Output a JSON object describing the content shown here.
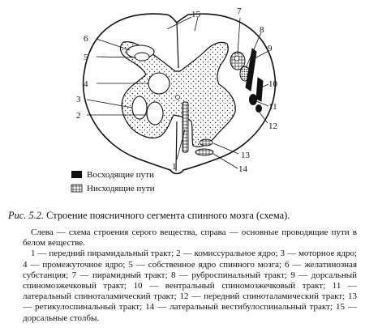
{
  "figure": {
    "labels": {
      "l1": "1",
      "l2": "2",
      "l3": "3",
      "l4": "4",
      "l5": "5",
      "l6": "6",
      "l7": "7",
      "l8": "8",
      "l9": "9",
      "l10": "10",
      "l11": "11",
      "l12": "12",
      "l13": "13",
      "l14": "14",
      "l15": "15"
    },
    "legend": {
      "ascending": "Восходящие пути",
      "descending": "Нисходящие пути"
    }
  },
  "caption": {
    "fig_no": "Рис. 5.2.",
    "title": "Строение поясничного сегмента спинного мозга (схема)."
  },
  "description": {
    "para1": "Слева — схема строения серого вещества, справа — основные проводящие пути в белом веществе.",
    "para2": "1 — передний пирамидальный тракт; 2 — комиссуральное ядро; 3 — моторное ядро; 4 — промежуточное ядро; 5 — собственное ядро спинного мозга; 6 — желатинозная субстанция; 7 — пирамидный тракт; 8 — руброспинальный тракт; 9 — дорсальный спиномозжечковый тракт; 10 — вентральный спиномозжечковый тракт; 11 — латеральный спиноталамический тракт; 12 — передний спиноталамический тракт; 13 — ретикулоспинальный тракт; 14 — латеральный вестибулоспинальный тракт; 15 — дорсальные столбы."
  }
}
